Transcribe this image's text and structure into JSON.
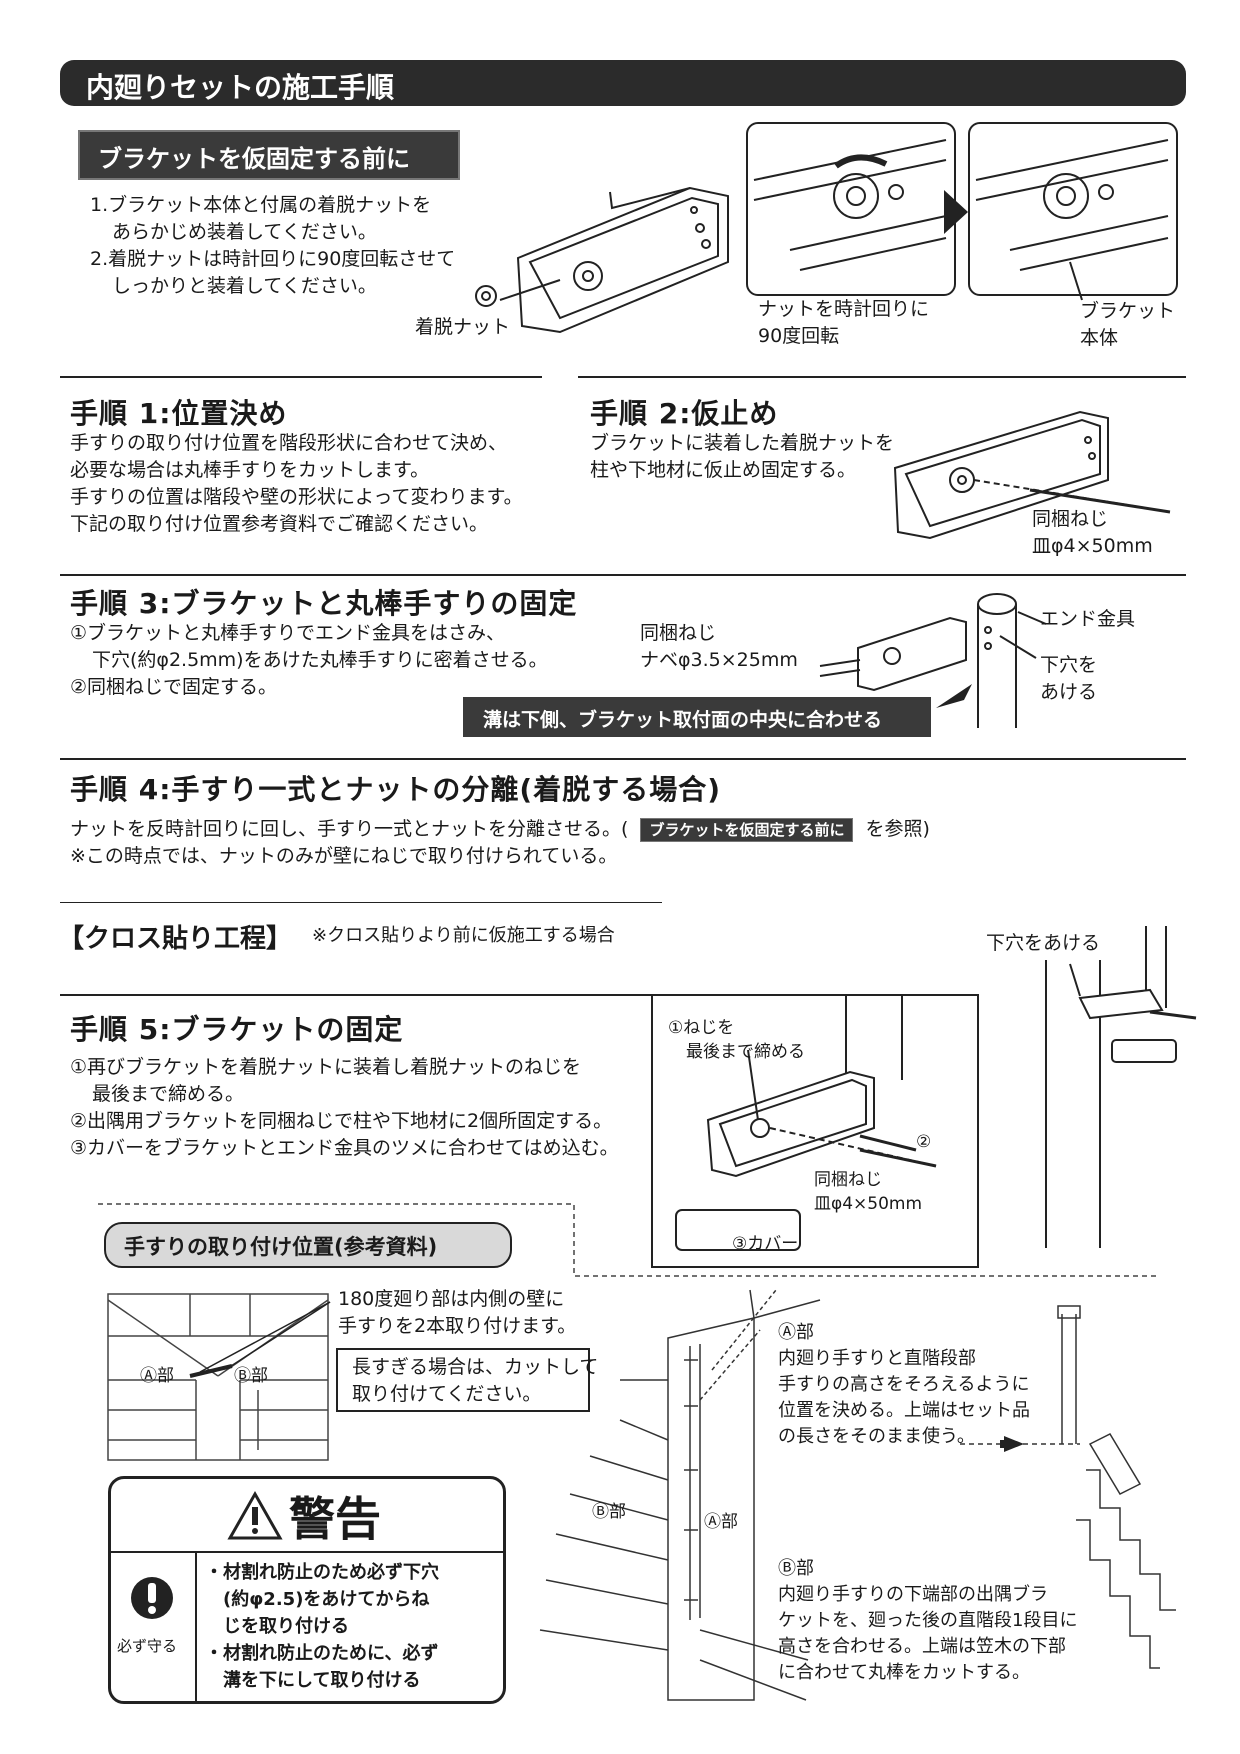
{
  "header": {
    "title": "内廻りセットの施工手順"
  },
  "before": {
    "badge": "ブラケットを仮固定する前に",
    "line1": "1.ブラケット本体と付属の着脱ナットを",
    "line2": "あらかじめ装着してください。",
    "line3": "2.着脱ナットは時計回りに90度回転させて",
    "line4": "しっかりと装着してください。",
    "nut_label": "着脱ナット",
    "rotate_line1": "ナットを時計回りに",
    "rotate_line2": "90度回転",
    "body_line1": "ブラケット",
    "body_line2": "本体"
  },
  "step1": {
    "title": "手順 1:位置決め",
    "line1": "手すりの取り付け位置を階段形状に合わせて決め、",
    "line2": "必要な場合は丸棒手すりをカットします。",
    "line3": "手すりの位置は階段や壁の形状によって変わります。",
    "line4": "下記の取り付け位置参考資料でご確認ください。"
  },
  "step2": {
    "title": "手順 2:仮止め",
    "line1": "ブラケットに装着した着脱ナットを",
    "line2": "柱や下地材に仮止め固定する。",
    "screw_line1": "同梱ねじ",
    "screw_line2": "皿φ4×50mm"
  },
  "step3": {
    "title": "手順 3:ブラケットと丸棒手すりの固定",
    "line1": "①ブラケットと丸棒手すりでエンド金具をはさみ、",
    "line2": "下穴(約φ2.5mm)をあけた丸棒手すりに密着させる。",
    "line3": "②同梱ねじで固定する。",
    "screw_line1": "同梱ねじ",
    "screw_line2": "ナベφ3.5×25mm",
    "end_label": "エンド金具",
    "hole_line1": "下穴を",
    "hole_line2": "あける",
    "note": "溝は下側、ブラケット取付面の中央に合わせる"
  },
  "step4": {
    "title": "手順 4:手すり一式とナットの分離(着脱する場合)",
    "line1_a": "ナットを反時計回りに回し、手すり一式とナットを分離させる。(",
    "ref_badge": "ブラケットを仮固定する前に",
    "line1_b": "を参照)",
    "line2": "※この時点では、ナットのみが壁にねじで取り付けられている。"
  },
  "cloth": {
    "title": "【クロス貼り工程】",
    "note": "※クロス貼りより前に仮施工する場合",
    "hole": "下穴をあける"
  },
  "step5": {
    "title": "手順 5:ブラケットの固定",
    "line1": "①再びブラケットを着脱ナットに装着し着脱ナットのねじを",
    "line2": "最後まで締める。",
    "line3": "②出隅用ブラケットを同梱ねじで柱や下地材に2個所固定する。",
    "line4": "③カバーをブラケットとエンド金具のツメに合わせてはめ込む。",
    "fig_tighten_1": "①ねじを",
    "fig_tighten_2": "最後まで締める",
    "fig_num2": "②",
    "fig_screw_1": "同梱ねじ",
    "fig_screw_2": "皿φ4×50mm",
    "fig_cover": "③カバー"
  },
  "reference": {
    "title": "手すりの取り付け位置(参考資料)",
    "note1_line1": "180度廻り部は内側の壁に",
    "note1_line2": "手すりを2本取り付けます。",
    "note2_line1": "長すぎる場合は、カットして",
    "note2_line2": "取り付けてください。",
    "label_a": "Ⓐ部",
    "label_b": "Ⓑ部",
    "a_title": "Ⓐ部",
    "a_line1": "内廻り手すりと直階段部",
    "a_line2": "手すりの高さをそろえるように",
    "a_line3": "位置を決める。上端はセット品",
    "a_line4": "の長さをそのまま使う。",
    "b_title": "Ⓑ部",
    "b_line1": "内廻り手すりの下端部の出隅ブラ",
    "b_line2": "ケットを、廻った後の直階段1段目に",
    "b_line3": "高さを合わせる。上端は笠木の下部",
    "b_line4": "に合わせて丸棒をカットする。"
  },
  "warning": {
    "title": "警告",
    "icon_label": "必ず守る",
    "item1_line1": "・材割れ防止のため必ず下穴",
    "item1_line2": "(約φ2.5)をあけてからね",
    "item1_line3": "じを取り付ける",
    "item2_line1": "・材割れ防止のために、必ず",
    "item2_line2": "溝を下にして取り付ける"
  }
}
